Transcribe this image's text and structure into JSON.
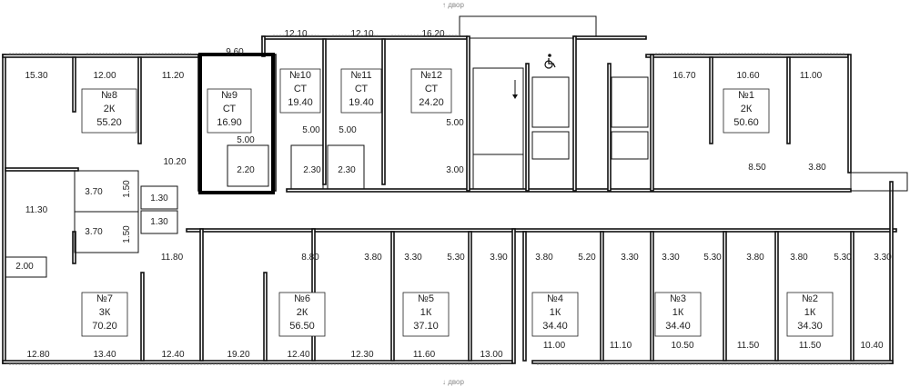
{
  "yard_labels": {
    "top": "↑ двор",
    "bottom": "↓ двор"
  },
  "selected_apartment": "№9",
  "colors": {
    "selected_outline": "#000000",
    "walls": "#111111"
  },
  "icons": [
    "wheelchair-icon",
    "stairs-arrow-icon"
  ],
  "apartments": [
    {
      "id": "apt-8",
      "number": "№8",
      "type": "2К",
      "area": "55.20"
    },
    {
      "id": "apt-9",
      "number": "№9",
      "type": "СТ",
      "area": "16.90"
    },
    {
      "id": "apt-10",
      "number": "№10",
      "type": "СТ",
      "area": "19.40"
    },
    {
      "id": "apt-11",
      "number": "№11",
      "type": "СТ",
      "area": "19.40"
    },
    {
      "id": "apt-12",
      "number": "№12",
      "type": "СТ",
      "area": "24.20"
    },
    {
      "id": "apt-1",
      "number": "№1",
      "type": "2К",
      "area": "50.60"
    },
    {
      "id": "apt-7",
      "number": "№7",
      "type": "3К",
      "area": "70.20"
    },
    {
      "id": "apt-6",
      "number": "№6",
      "type": "2К",
      "area": "56.50"
    },
    {
      "id": "apt-5",
      "number": "№5",
      "type": "1К",
      "area": "37.10"
    },
    {
      "id": "apt-4",
      "number": "№4",
      "type": "1К",
      "area": "34.40"
    },
    {
      "id": "apt-3",
      "number": "№3",
      "type": "1К",
      "area": "34.40"
    },
    {
      "id": "apt-2",
      "number": "№2",
      "type": "1К",
      "area": "34.30"
    }
  ],
  "room_areas": [
    "15.30",
    "12.00",
    "11.20",
    "9.60",
    "12.10",
    "12.10",
    "16.20",
    "16.70",
    "10.60",
    "11.00",
    "5.00",
    "5.00",
    "5.00",
    "5.00",
    "10.20",
    "2.20",
    "2.30",
    "2.30",
    "3.00",
    "8.50",
    "3.80",
    "3.70",
    "1.50",
    "1.30",
    "11.30",
    "1.30",
    "3.70",
    "1.50",
    "11.80",
    "8.80",
    "3.80",
    "3.30",
    "5.30",
    "3.90",
    "3.80",
    "5.20",
    "3.30",
    "3.30",
    "5.30",
    "3.80",
    "3.80",
    "5.30",
    "3.30",
    "2.00",
    "12.80",
    "13.40",
    "12.40",
    "19.20",
    "12.40",
    "12.30",
    "11.60",
    "13.00",
    "11.00",
    "11.10",
    "10.50",
    "11.50",
    "11.50",
    "10.40"
  ]
}
